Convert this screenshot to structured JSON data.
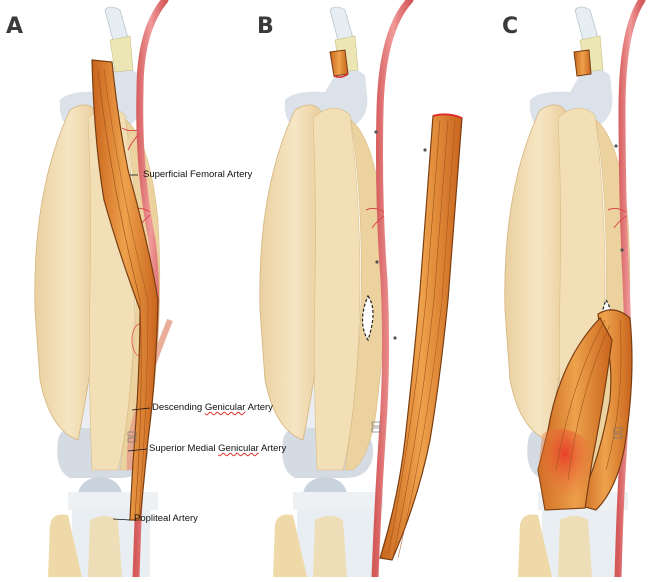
{
  "panels": [
    {
      "letter": "A"
    },
    {
      "letter": "B"
    },
    {
      "letter": "C"
    }
  ],
  "labels": {
    "superficial_femoral": "Superficial Femoral Artery",
    "descending_genicular_pre": "Descending ",
    "descending_genicular_mid": "Genicular",
    "descending_genicular_post": " Artery",
    "superior_medial_pre": "Superior Medial ",
    "superior_medial_mid": "Genicular",
    "superior_medial_post": " Artery",
    "popliteal": "Popliteal Artery"
  },
  "colors": {
    "muscle_tan": "#f2dcae",
    "muscle_tan_dark": "#e4c68c",
    "sartorius_orange": "#e8923a",
    "sartorius_dark": "#c8641c",
    "artery": "#e07a7a",
    "bone": "#d5dde6",
    "tendon": "#e9e3b0",
    "cut_edge": "#e0302a"
  }
}
